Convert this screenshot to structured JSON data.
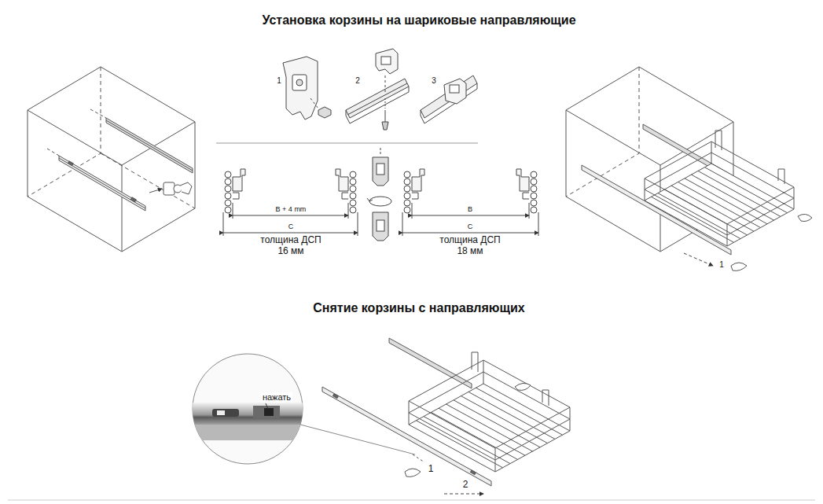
{
  "diagram": {
    "title": "Установка корзины на шариковые направляющие",
    "labels": [
      "1",
      "2",
      "3",
      "B + 4 mm",
      "C",
      "толщина ДСП 16 мм",
      "B",
      "C",
      "толщина ДСП 18 мм",
      "1",
      "Снятие корзины с направляющих",
      "нажать",
      "1",
      "2"
    ]
  }
}
